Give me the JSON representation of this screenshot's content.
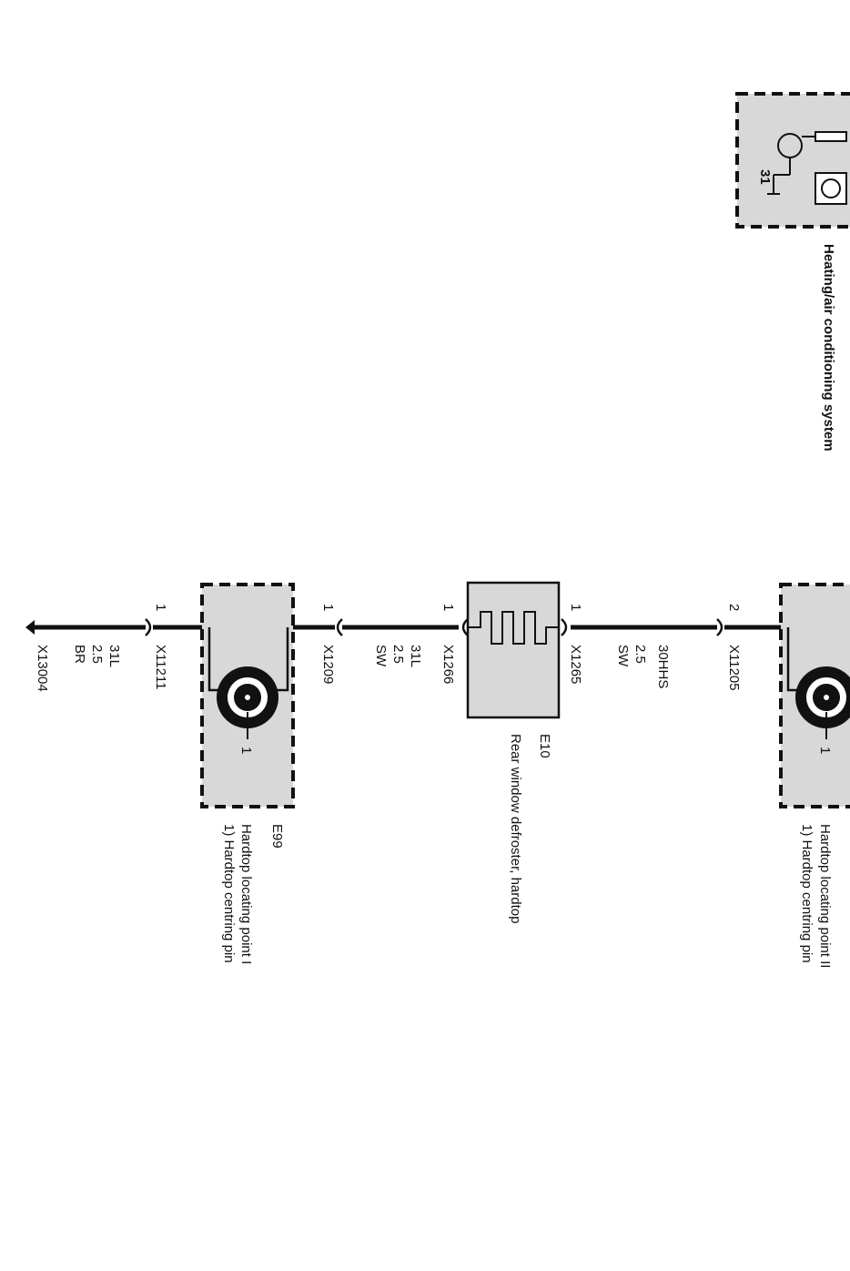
{
  "colors": {
    "line": "#111111",
    "box_fill": "#d8d8d8",
    "background": "#ffffff"
  },
  "hvac": {
    "label": "Heating/air conditioning system",
    "pin": "31"
  },
  "ground": {
    "name": "X13004",
    "wire": {
      "signal": "31L",
      "size": "2.5",
      "color": "BR"
    }
  },
  "e99": {
    "code": "E99",
    "name": "Hardtop locating point I",
    "note": "1) Hardtop centring pin",
    "connector_left": {
      "name": "X11211",
      "pin": "1"
    },
    "connector_right": {
      "name": "X1209",
      "pin": "1"
    },
    "inner_pin": "1"
  },
  "wire_e99_e10": {
    "signal": "31L",
    "size": "2.5",
    "color": "SW"
  },
  "e10": {
    "code": "E10",
    "name": "Rear window defroster, hardtop",
    "connector_left": {
      "name": "X1266",
      "pin": "1"
    },
    "connector_right": {
      "name": "X1265",
      "pin": "1"
    }
  },
  "wire_e10_x11205": {
    "signal": "30HHS",
    "size": "2.5",
    "color": "SW"
  },
  "point2": {
    "name": "Hardtop locating point II",
    "note": "1) Hardtop centring pin",
    "connector": {
      "name": "X11205",
      "pin": "2"
    },
    "inner_pin": "1"
  }
}
